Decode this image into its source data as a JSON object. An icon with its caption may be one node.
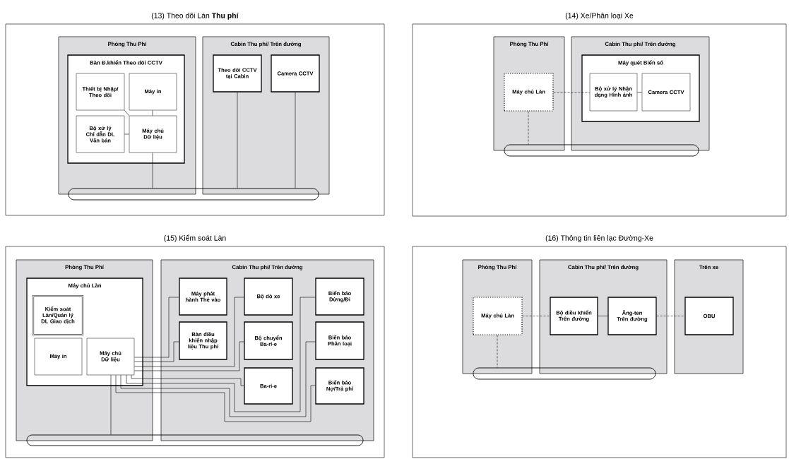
{
  "diagram": {
    "nodes": [
      {
        "text": [
          "(13) Theo dõi Làn **Thu phí**"
        ]
      },
      {
        "text": [
          "Phòng Thu Phí"
        ],
        "in": 0
      },
      {
        "text": [
          "Bàn Đ.khiển Theo dõi CCTV"
        ],
        "in": 1
      },
      {
        "text": [
          "Thiết bị Nhập/ Theo dõi"
        ],
        "in": 2
      },
      {
        "text": [
          "Máy in"
        ],
        "in": 2
      },
      {
        "text": [
          "Bộ xử lý Chỉ dẫn DL Văn bản"
        ],
        "in": 2
      },
      {
        "text": [
          "Máy chủ Dữ liệu"
        ],
        "in": 2
      },
      {
        "text": [
          "Cabin Thu phí/ Trên đường"
        ],
        "in": 0
      },
      {
        "text": [
          "Theo dõi CCTV tại Cabin"
        ],
        "in": 7
      },
      {
        "text": [
          "Camera CCTV"
        ],
        "in": 7
      },
      {
        "text": [],
        "shape": "bar",
        "in": 0
      },
      {
        "text": [
          "(14) Xe/Phân loại Xe"
        ]
      },
      {
        "text": [
          "Phòng Thu Phí"
        ],
        "in": 11
      },
      {
        "text": [
          "Máy chủ Làn"
        ],
        "in": 12
      },
      {
        "text": [
          "Cabin Thu phí/ Trên đường"
        ],
        "in": 11
      },
      {
        "text": [
          "Máy quét Biển số"
        ],
        "in": 14
      },
      {
        "text": [
          "Bộ xử lý Nhận dạng Hình ảnh"
        ],
        "in": 15
      },
      {
        "text": [
          "Camera CCTV"
        ],
        "in": 15
      },
      {
        "text": [],
        "shape": "bar",
        "in": 11
      },
      {
        "text": [
          "(15) Kiểm soát Làn"
        ]
      },
      {
        "text": [
          "Phòng Thu Phí"
        ],
        "in": 19
      },
      {
        "text": [
          "Máy chủ Làn"
        ],
        "in": 20
      },
      {
        "text": [
          "Kiểm soát Làn/Quản lý DL Giao dịch"
        ],
        "in": 21
      },
      {
        "text": [
          "Máy in"
        ],
        "in": 21
      },
      {
        "text": [
          "Máy chủ Dữ liệu"
        ],
        "in": 21
      },
      {
        "text": [
          "Cabin Thu phí/ Trên đường"
        ],
        "in": 19
      },
      {
        "text": [
          "Máy phát hành Thẻ vào"
        ],
        "in": 25
      },
      {
        "text": [
          "Bộ dò xe"
        ],
        "in": 25
      },
      {
        "text": [
          "Biển báo Dừng/Đi"
        ],
        "in": 25
      },
      {
        "text": [
          "Bàn điều khiển nhập liệu Thu phí"
        ],
        "in": 25
      },
      {
        "text": [
          "Bộ chuyển Ba-ri-e"
        ],
        "in": 25
      },
      {
        "text": [
          "Biển báo Phân loại"
        ],
        "in": 25
      },
      {
        "text": [
          "Ba-ri-e"
        ],
        "in": 25
      },
      {
        "text": [
          "Biển báo Nợ/Trả phí"
        ],
        "in": 25
      },
      {
        "text": [],
        "shape": "bar",
        "in": 19
      },
      {
        "text": [
          "(16) Thông tin liên lạc Đường-Xe"
        ]
      },
      {
        "text": [
          "Phòng Thu Phí"
        ],
        "in": 35
      },
      {
        "text": [
          "Máy chủ Làn"
        ],
        "in": 36
      },
      {
        "text": [
          "Cabin Thu phí/ Trên đường"
        ],
        "in": 35
      },
      {
        "text": [
          "Bộ điều khiển Trên đường"
        ],
        "in": 38
      },
      {
        "text": [
          "Ăng-ten Trên đường"
        ],
        "in": 38
      },
      {
        "text": [
          "Trên xe"
        ],
        "in": 35
      },
      {
        "text": [
          "OBU"
        ],
        "in": 41
      },
      {
        "text": [],
        "shape": "bar",
        "in": 35
      }
    ],
    "edges": [
      {
        "from": 4,
        "to": 6,
        "arrow": "none"
      },
      {
        "from": 3,
        "to": 6,
        "arrow": "none"
      },
      {
        "from": 5,
        "to": 6,
        "arrow": "none"
      },
      {
        "from": 6,
        "to": 10,
        "arrow": "none"
      },
      {
        "from": 8,
        "to": 10,
        "arrow": "none"
      },
      {
        "from": 9,
        "to": 10,
        "arrow": "none"
      },
      {
        "from": 13,
        "to": 16,
        "arrow": "none",
        "style": "dashed"
      },
      {
        "from": 16,
        "to": 17,
        "arrow": "none"
      },
      {
        "from": 13,
        "to": 18,
        "arrow": "none",
        "style": "dashed"
      },
      {
        "from": 24,
        "to": 26,
        "arrow": "none"
      },
      {
        "from": 24,
        "to": 29,
        "arrow": "none"
      },
      {
        "from": 24,
        "to": 27,
        "arrow": "none"
      },
      {
        "from": 24,
        "to": 30,
        "arrow": "none"
      },
      {
        "from": 24,
        "to": 32,
        "arrow": "none"
      },
      {
        "from": 24,
        "to": 28,
        "arrow": "none"
      },
      {
        "from": 24,
        "to": 31,
        "arrow": "none"
      },
      {
        "from": 24,
        "to": 33,
        "arrow": "none"
      },
      {
        "from": 24,
        "to": 34,
        "arrow": "none"
      },
      {
        "from": 37,
        "to": 39,
        "arrow": "none",
        "style": "dashed"
      },
      {
        "from": 39,
        "to": 40,
        "arrow": "none"
      },
      {
        "from": 40,
        "to": 42,
        "arrow": "none",
        "style": "dashed"
      },
      {
        "from": 37,
        "to": 43,
        "arrow": "none",
        "style": "dashed"
      }
    ]
  }
}
